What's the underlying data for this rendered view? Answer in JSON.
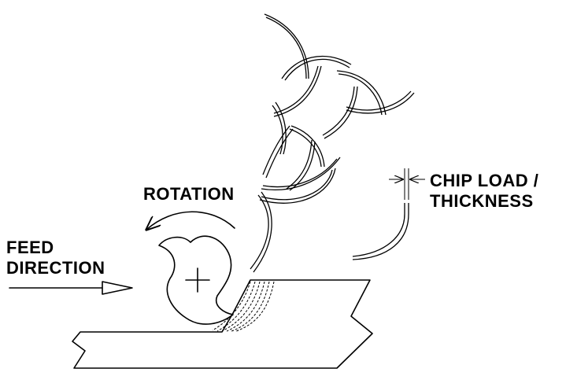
{
  "labels": {
    "rotation": "ROTATION",
    "feed_line1": "FEED",
    "feed_line2": "DIRECTION",
    "chip_line1": "CHIP LOAD /",
    "chip_line2": "THICKNESS"
  },
  "colors": {
    "ink": "#000000",
    "background": "#ffffff"
  }
}
